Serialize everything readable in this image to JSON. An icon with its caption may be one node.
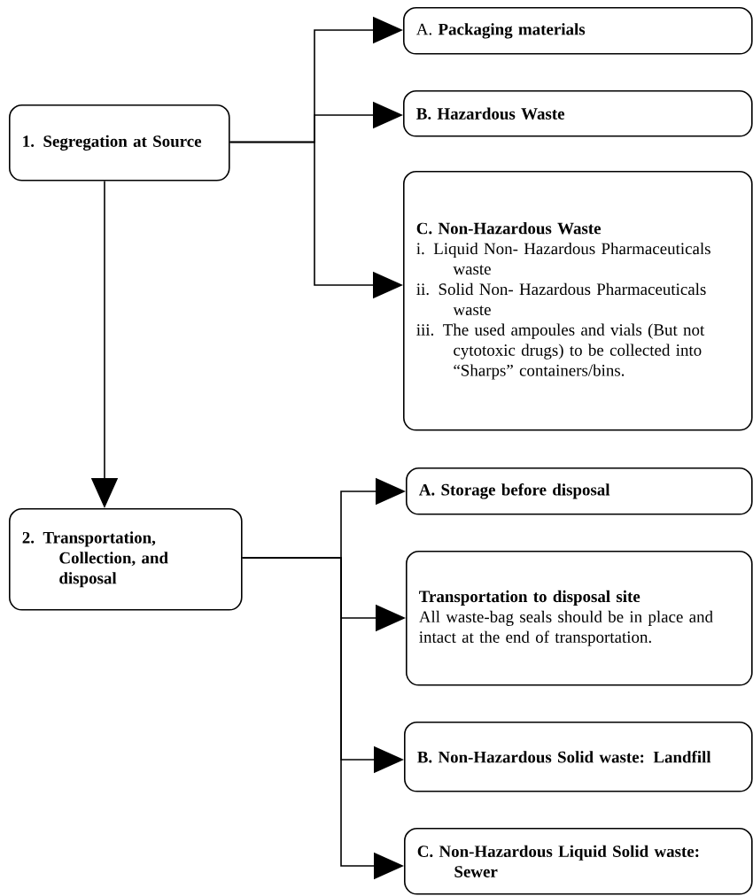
{
  "diagram": {
    "nodes": [
      {
        "text": [
          "1. Segregation at Source"
        ]
      },
      {
        "text": [
          "A.  **Packaging materials**"
        ]
      },
      {
        "text": [
          "B. Hazardous Waste"
        ]
      },
      {
        "text": [
          "C. Non-Hazardous Waste",
          "i. Liquid Non- Hazardous Pharmaceuticals waste",
          "ii. Solid Non- Hazardous Pharmaceuticals waste",
          "iii. The used ampoules and vials (But not cytotoxic drugs) to be collected into “Sharps” containers/bins."
        ]
      },
      {
        "text": [
          "2. Transportation, Collection, and disposal"
        ]
      },
      {
        "text": [
          "A. Storage before disposal"
        ]
      },
      {
        "text": [
          "Transportation to disposal site",
          "All waste-bag seals should be in place and intact at the end of transportation."
        ]
      },
      {
        "text": [
          "B. Non-Hazardous Solid waste: Landfill"
        ]
      },
      {
        "text": [
          "C. Non-Hazardous Liquid Solid waste: Sewer"
        ]
      }
    ],
    "edges": [
      {
        "from": 0,
        "to": 1,
        "arrow": "to"
      },
      {
        "from": 0,
        "to": 2,
        "arrow": "to"
      },
      {
        "from": 0,
        "to": 3,
        "arrow": "to"
      },
      {
        "from": 0,
        "to": 4,
        "arrow": "to"
      },
      {
        "from": 4,
        "to": 5,
        "arrow": "to"
      },
      {
        "from": 4,
        "to": 6,
        "arrow": "to"
      },
      {
        "from": 4,
        "to": 7,
        "arrow": "to"
      },
      {
        "from": 4,
        "to": 8,
        "arrow": "to"
      }
    ]
  }
}
